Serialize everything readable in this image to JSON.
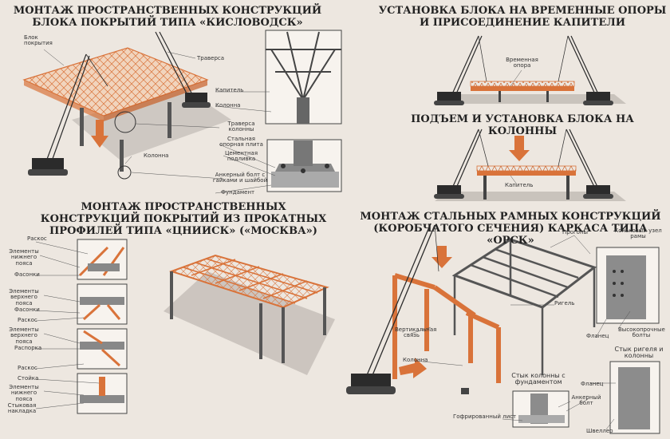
{
  "titles": {
    "kislovodsk": "МОНТАЖ ПРОСТРАНСТВЕННЫХ КОНСТРУКЦИЙ БЛОКА ПОКРЫТИЙ ТИПА «КИСЛОВОДСК»",
    "temp_supports": "УСТАНОВКА БЛОКА НА ВРЕМЕННЫЕ ОПОРЫ И ПРИСОЕДИНЕНИЕ КАПИТЕЛИ",
    "lift_columns": "ПОДЪЕМ И УСТАНОВКА БЛОКА НА КОЛОННЫ",
    "tsniisk": "МОНТАЖ ПРОСТРАНСТВЕННЫХ КОНСТРУКЦИЙ ПОКРЫТИЙ ИЗ ПРОКАТНЫХ ПРОФИЛЕЙ ТИПА «ЦНИИСК» («МОСКВА»)",
    "orsk": "МОНТАЖ СТАЛЬНЫХ РАМНЫХ КОНСТРУКЦИЙ (КОРОБЧАТОГО СЕЧЕНИЯ) КАРКАСА ТИПА «ОРСК»"
  },
  "kislovodsk_labels": {
    "block": "Блок покрытия",
    "traverse": "Траверса",
    "capital": "Капитель",
    "column": "Колонна",
    "column_traverse": "Траверса колонны",
    "base_plate": "Стальная опорная плита",
    "cement_bed": "Цементная подливка",
    "column_lower": "Колонна",
    "anchor_bolt": "Анкерный болт с гайками и шайбой",
    "foundation": "Фундамент"
  },
  "temp_labels": {
    "temp_support": "Временная опора"
  },
  "lift_labels": {
    "capital": "Капитель"
  },
  "tsniisk_labels": {
    "brace1": "Раскос",
    "lower_chord1": "Элементы нижнего пояса",
    "gusset1": "Фасонки",
    "upper_chord1": "Элементы верхнего пояса",
    "gusset2": "Фасонки",
    "brace2": "Раскос",
    "upper_chord2": "Элементы верхнего пояса",
    "strut": "Распорка",
    "brace3": "Раскос",
    "post": "Стойка",
    "lower_chord2": "Элементы нижнего пояса",
    "splice": "Стыковая накладка"
  },
  "orsk_labels": {
    "purlins": "Прогоны",
    "ridge_node": "Коньковый узел рамы",
    "girder": "Ригель",
    "vertical_brace": "Вертикальная связь",
    "column": "Колонна",
    "hs_bolts": "Высокопрочные болты",
    "flange1": "Фланец",
    "girder_column_joint": "Стык ригеля и колонны",
    "column_foundation_joint": "Стык колонны с фундаментом",
    "flange2": "Фланец",
    "anchor_bolt": "Анкерный болт",
    "corrugated_sheet": "Гофрированный лист",
    "channel": "Швеллер"
  },
  "colors": {
    "orange": "#d9733a",
    "steel": "#6b6b6b",
    "dark": "#2b2b2b",
    "background": "#ede7e0"
  }
}
